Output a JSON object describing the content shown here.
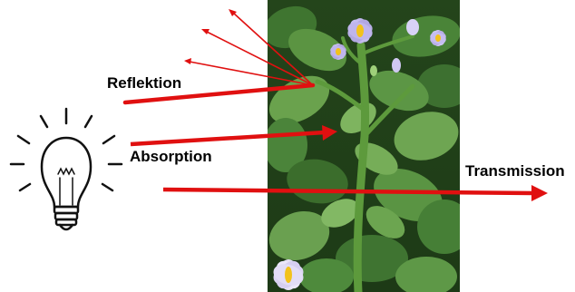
{
  "labels": {
    "reflection": "Reflektion",
    "absorption": "Absorption",
    "transmission": "Transmission"
  },
  "icons": {
    "light_source": "light-bulb-icon",
    "plant": "potato-plant-illustration"
  },
  "colors": {
    "arrow": "#e01010",
    "leaf_dark": "#2f5a22",
    "leaf_mid": "#4f8a3a",
    "leaf_light": "#78ad5a",
    "flower": "#b8b0e6",
    "flower_center": "#f2c21b",
    "outline": "#111111"
  }
}
